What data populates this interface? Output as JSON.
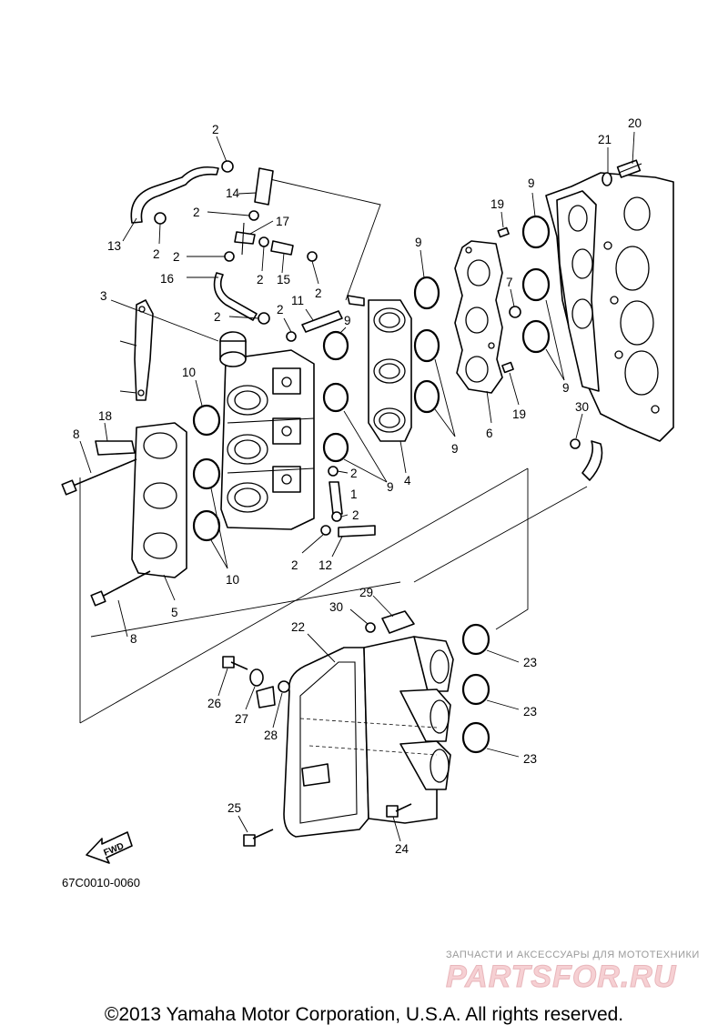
{
  "diagram_code": "67C0010-0060",
  "fwd_label": "FWD",
  "watermark": {
    "subtitle": "ЗАПЧАСТИ И АКСЕССУАРЫ ДЛЯ МОТОТЕХНИКИ",
    "logo": "PARTSFOR.RU"
  },
  "copyright": "©2013 Yamaha Motor Corporation, U.S.A. All rights reserved.",
  "callouts": {
    "c1": "1",
    "c2a": "2",
    "c2b": "2",
    "c2c": "2",
    "c2d": "2",
    "c2e": "2",
    "c2f": "2",
    "c2g": "2",
    "c2h": "2",
    "c2i": "2",
    "c2j": "2",
    "c2k": "2",
    "c3": "3",
    "c4": "4",
    "c5": "5",
    "c6": "6",
    "c7": "7",
    "c8a": "8",
    "c8b": "8",
    "c9a": "9",
    "c9b": "9",
    "c9c": "9",
    "c9d": "9",
    "c9e": "9",
    "c9f": "9",
    "c10a": "10",
    "c10b": "10",
    "c11": "11",
    "c12": "12",
    "c13": "13",
    "c14": "14",
    "c15": "15",
    "c16": "16",
    "c17": "17",
    "c18": "18",
    "c19a": "19",
    "c19b": "19",
    "c20": "20",
    "c21": "21",
    "c22": "22",
    "c23a": "23",
    "c23b": "23",
    "c23c": "23",
    "c24": "24",
    "c25": "25",
    "c26": "26",
    "c27": "27",
    "c28": "28",
    "c29": "29",
    "c30a": "30",
    "c30b": "30"
  }
}
